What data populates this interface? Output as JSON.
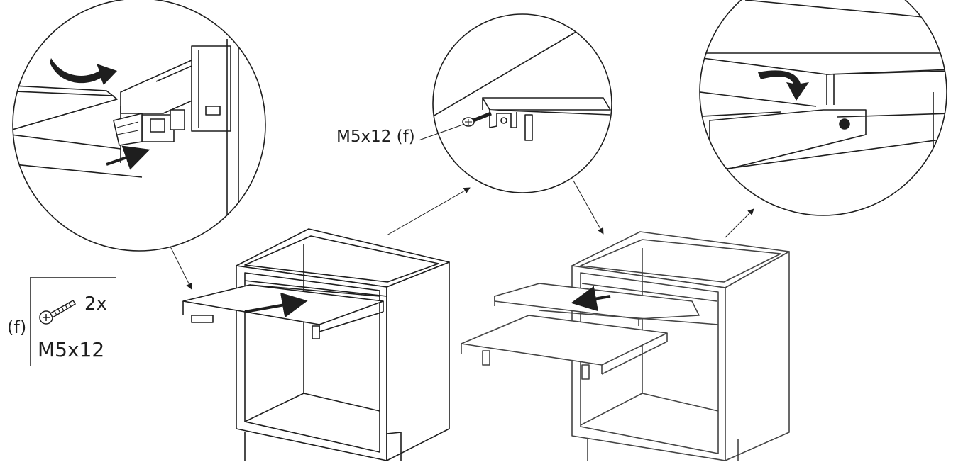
{
  "hardware": {
    "ref": "(f)",
    "qty": "2x",
    "size": "M5x12"
  },
  "callout": {
    "label": "M5x12 (f)"
  },
  "icons": [
    "screw-icon",
    "curved-arrow-icon",
    "straight-arrow-icon"
  ]
}
